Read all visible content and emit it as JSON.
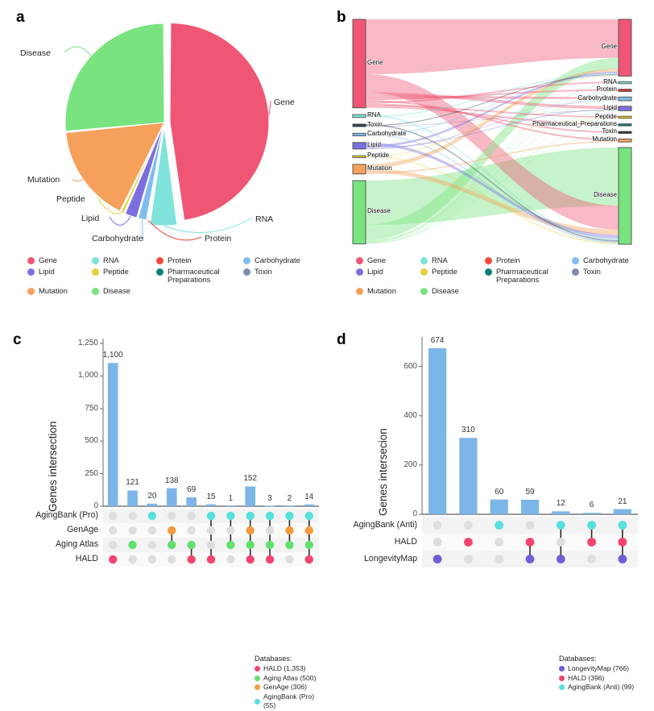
{
  "figure": {
    "panels": [
      "a",
      "b",
      "c",
      "d"
    ]
  },
  "categories": [
    {
      "name": "Gene",
      "color": "#ef5675"
    },
    {
      "name": "RNA",
      "color": "#7fe3dc"
    },
    {
      "name": "Protein",
      "color": "#f4483c"
    },
    {
      "name": "Carbohydrate",
      "color": "#7fbdf0"
    },
    {
      "name": "Lipid",
      "color": "#7b6fe0"
    },
    {
      "name": "Peptide",
      "color": "#e8ce3a"
    },
    {
      "name": "Pharmaceutical Preparations",
      "color": "#0e7f7a"
    },
    {
      "name": "Toxin",
      "color": "#8289ae"
    },
    {
      "name": "Mutation",
      "color": "#f5a15c"
    },
    {
      "name": "Disease",
      "color": "#78e37f"
    }
  ],
  "legend_layout": {
    "col1": [
      "Gene",
      "Lipid",
      "Mutation"
    ],
    "col2": [
      "RNA",
      "Peptide",
      "Disease"
    ],
    "col3": [
      "Protein",
      "Pharmaceutical Preparations"
    ],
    "col4": [
      "Carbohydrate",
      "Toxin"
    ]
  },
  "panel_a": {
    "letter": "a",
    "labels": [
      "Disease",
      "Gene",
      "RNA",
      "Protein",
      "Carbohydrate",
      "Lipid",
      "Peptide",
      "Mutation"
    ],
    "chart_data": {
      "type": "pie",
      "title": "",
      "labels": [
        "Gene",
        "RNA",
        "Protein",
        "Carbohydrate",
        "Lipid",
        "Peptide",
        "Mutation",
        "Disease"
      ],
      "values": [
        47.8,
        4.6,
        0.35,
        1.6,
        2.2,
        0.7,
        16.2,
        26.5
      ],
      "colors": [
        "#ef5675",
        "#7fe3dc",
        "#f4483c",
        "#7fbdf0",
        "#7b6fe0",
        "#e8ce3a",
        "#f5a15c",
        "#78e37f"
      ],
      "legend_position": "bottom",
      "units": "percent"
    }
  },
  "panel_b": {
    "letter": "b",
    "chart_data": {
      "type": "sankey",
      "title": "",
      "left_nodes": [
        {
          "name": "Gene",
          "color": "#ef5675",
          "value": 49.0
        },
        {
          "name": "RNA",
          "color": "#7fe3dc",
          "value": 1.6
        },
        {
          "name": "Toxin",
          "color": "#2f3b4a",
          "value": 1.4
        },
        {
          "name": "Carbohydrate",
          "color": "#7fbdf0",
          "value": 1.4
        },
        {
          "name": "Lipid",
          "color": "#7b6fe0",
          "value": 3.6
        },
        {
          "name": "Peptide",
          "color": "#e8ce3a",
          "value": 0.9
        },
        {
          "name": "Mutation",
          "color": "#f5a15c",
          "value": 5.3
        },
        {
          "name": "Disease",
          "color": "#78e37f",
          "value": 35.0
        }
      ],
      "right_nodes": [
        {
          "name": "Gene",
          "color": "#ef5675",
          "value": 30.5
        },
        {
          "name": "RNA",
          "color": "#7fe3dc",
          "value": 1.0
        },
        {
          "name": "Protein",
          "color": "#d6332a",
          "value": 1.2
        },
        {
          "name": "Carbohydrate",
          "color": "#7fbdf0",
          "value": 2.0
        },
        {
          "name": "Lipid",
          "color": "#7b6fe0",
          "value": 2.4
        },
        {
          "name": "Peptide",
          "color": "#f0c81e",
          "value": 1.0
        },
        {
          "name": "Pharmaceutical_Preparations",
          "color": "#0e7f7a",
          "value": 0.9
        },
        {
          "name": "Toxin",
          "color": "#2f3b4a",
          "value": 1.0
        },
        {
          "name": "Mutation",
          "color": "#f5a15c",
          "value": 1.6
        },
        {
          "name": "Disease",
          "color": "#78e37f",
          "value": 52.0
        }
      ]
    }
  },
  "panel_c": {
    "letter": "c",
    "ylabel": "Genes intersection",
    "yticks": [
      "0",
      "250",
      "500",
      "750",
      "1,000",
      "1,250"
    ],
    "legend_title": "Databases:",
    "legend": [
      {
        "label": "HALD (1,353)",
        "color": "#f4436f"
      },
      {
        "label": "Aging Atlas (500)",
        "color": "#62df6e"
      },
      {
        "label": "GenAge (306)",
        "color": "#f59a3c"
      },
      {
        "label": "AgingBank (Pro) (55)",
        "color": "#57e0dc"
      }
    ],
    "set_names": [
      "AgingBank (Pro)",
      "GenAge",
      "Aging Atlas",
      "HALD"
    ],
    "chart_data": {
      "type": "bar",
      "subtype": "upset",
      "ylabel": "Genes intersection",
      "ylim": [
        0,
        1250
      ],
      "bar_color": "#7cb5e8",
      "values": [
        1100,
        121,
        20,
        138,
        69,
        15,
        1,
        152,
        3,
        2,
        14
      ],
      "value_labels": [
        "1,100",
        "121",
        "20",
        "138",
        "69",
        "15",
        "1",
        "152",
        "3",
        "2",
        "14"
      ],
      "sets": [
        "AgingBank (Pro)",
        "GenAge",
        "Aging Atlas",
        "HALD"
      ],
      "memberships": [
        [
          "HALD"
        ],
        [
          "Aging Atlas"
        ],
        [
          "AgingBank (Pro)"
        ],
        [
          "GenAge",
          "Aging Atlas"
        ],
        [
          "Aging Atlas",
          "HALD"
        ],
        [
          "AgingBank (Pro)",
          "HALD"
        ],
        [
          "AgingBank (Pro)",
          "Aging Atlas"
        ],
        [
          "AgingBank (Pro)",
          "GenAge",
          "Aging Atlas",
          "HALD"
        ],
        [
          "AgingBank (Pro)",
          "Aging Atlas",
          "HALD"
        ],
        [
          "AgingBank (Pro)",
          "GenAge",
          "Aging Atlas"
        ],
        [
          "AgingBank (Pro)",
          "GenAge",
          "Aging Atlas",
          "HALD"
        ]
      ],
      "set_colors": {
        "AgingBank (Pro)": "#57e0dc",
        "GenAge": "#f59a3c",
        "Aging Atlas": "#62df6e",
        "HALD": "#f4436f"
      }
    }
  },
  "panel_d": {
    "letter": "d",
    "ylabel": "Genes intersecion",
    "yticks": [
      "0",
      "200",
      "400",
      "600"
    ],
    "legend_title": "Databases:",
    "legend": [
      {
        "label": "LongevityMap (766)",
        "color": "#6f5fd6"
      },
      {
        "label": "HALD (396)",
        "color": "#f4436f"
      },
      {
        "label": "AgingBank (Anti) (99)",
        "color": "#57e0dc"
      }
    ],
    "set_names": [
      "AgingBank (Anti)",
      "HALD",
      "LongevityMap"
    ],
    "chart_data": {
      "type": "bar",
      "subtype": "upset",
      "ylabel": "Genes intersecion",
      "ylim": [
        0,
        700
      ],
      "bar_color": "#7cb5e8",
      "values": [
        674,
        310,
        60,
        59,
        12,
        6,
        21
      ],
      "value_labels": [
        "674",
        "310",
        "60",
        "59",
        "12",
        "6",
        "21"
      ],
      "sets": [
        "AgingBank (Anti)",
        "HALD",
        "LongevityMap"
      ],
      "memberships": [
        [
          "LongevityMap"
        ],
        [
          "HALD"
        ],
        [
          "AgingBank (Anti)"
        ],
        [
          "HALD",
          "LongevityMap"
        ],
        [
          "AgingBank (Anti)",
          "LongevityMap"
        ],
        [
          "AgingBank (Anti)",
          "HALD"
        ],
        [
          "AgingBank (Anti)",
          "HALD",
          "LongevityMap"
        ]
      ],
      "set_colors": {
        "AgingBank (Anti)": "#57e0dc",
        "HALD": "#f4436f",
        "LongevityMap": "#6f5fd6"
      }
    }
  }
}
